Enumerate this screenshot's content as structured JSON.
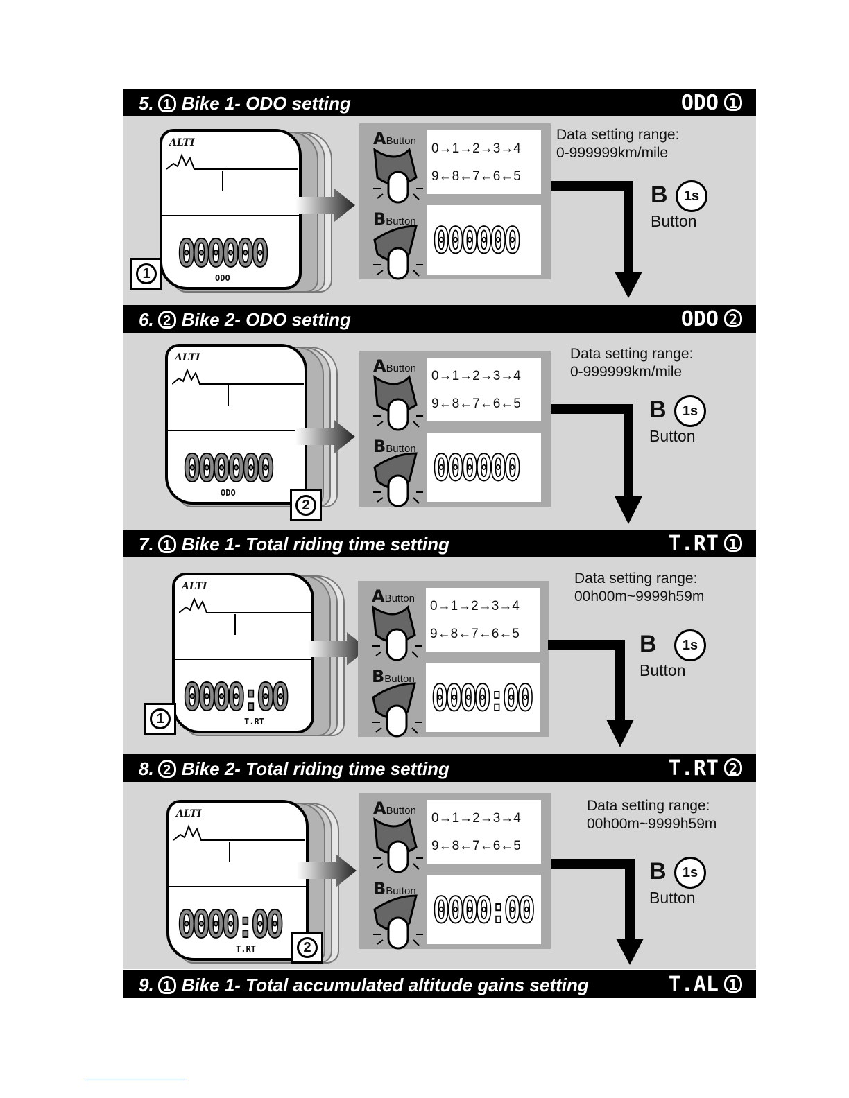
{
  "sections": [
    {
      "num": "5.",
      "bike": "1",
      "title": "Bike 1- ODO setting",
      "code": "ODO",
      "lcd": "000000",
      "unit": "ODO",
      "range_line1": "Data setting range:",
      "range_line2": "0-999999km/mile"
    },
    {
      "num": "6.",
      "bike": "2",
      "title": "Bike 2- ODO setting",
      "code": "ODO",
      "lcd": "000000",
      "unit": "ODO",
      "range_line1": "Data setting range:",
      "range_line2": "0-999999km/mile"
    },
    {
      "num": "7.",
      "bike": "1",
      "title": "Bike 1- Total riding time setting",
      "code": "T.RT",
      "lcd": "0000:00",
      "unit": "T.RT",
      "range_line1": "Data setting range:",
      "range_line2": "00h00m~9999h59m"
    },
    {
      "num": "8.",
      "bike": "2",
      "title": "Bike 2- Total riding time setting",
      "code": "T.RT",
      "lcd": "0000:00",
      "unit": "T.RT",
      "range_line1": "Data setting range:",
      "range_line2": "00h00m~9999h59m"
    },
    {
      "num": "9.",
      "bike": "1",
      "title": "Bike 1- Total  accumulated altitude gains  setting",
      "code": "T.AL"
    }
  ],
  "device": {
    "logo": "ALTI"
  },
  "buttons": {
    "a_letter": "A",
    "b_letter": "B",
    "button_word": "Button",
    "cycle_top": "0→1→2→3→4",
    "cycle_bottom": "9←8←7←6←5",
    "hold_time": "1s"
  }
}
